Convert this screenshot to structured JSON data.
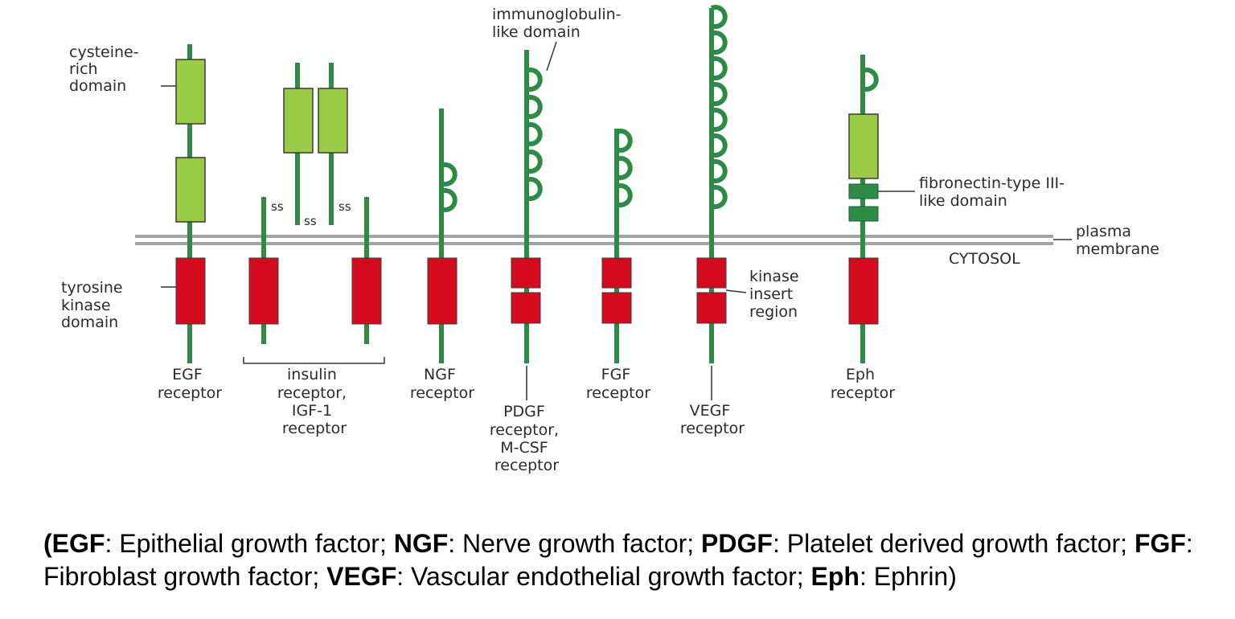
{
  "diagram": {
    "labels": {
      "cysteine_rich": [
        "cysteine-",
        "rich",
        "domain"
      ],
      "tyrosine_kinase": [
        "tyrosine",
        "kinase",
        "domain"
      ],
      "immunoglobulin": [
        "immunoglobulin-",
        "like domain"
      ],
      "fibronectin": [
        "fibronectin-type III-",
        "like domain"
      ],
      "plasma_membrane": [
        "plasma",
        "membrane"
      ],
      "cytosol": "CYTOSOL",
      "kinase_insert": [
        "kinase",
        "insert",
        "region"
      ],
      "ss": "ss"
    },
    "receptors": [
      {
        "id": "egf",
        "label": [
          "EGF",
          "receptor"
        ]
      },
      {
        "id": "insulin",
        "label": [
          "insulin",
          "receptor,",
          "IGF-1",
          "receptor"
        ]
      },
      {
        "id": "ngf",
        "label": [
          "NGF",
          "receptor"
        ]
      },
      {
        "id": "pdgf",
        "label": [
          "PDGF",
          "receptor,",
          "M-CSF",
          "receptor"
        ]
      },
      {
        "id": "fgf",
        "label": [
          "FGF",
          "receptor"
        ]
      },
      {
        "id": "vegf",
        "label": [
          "VEGF",
          "receptor"
        ]
      },
      {
        "id": "eph",
        "label": [
          "Eph",
          "receptor"
        ]
      }
    ],
    "colors": {
      "stem": "#2e8b45",
      "cysteine_rich_domain": "#99cc44",
      "tyrosine_kinase_domain": "#d40b1c",
      "membrane": "#a3a3a3"
    }
  },
  "legend": {
    "open": "(",
    "items": [
      {
        "abbr": "EGF",
        "text": ": Epithelial growth factor; "
      },
      {
        "abbr": "NGF",
        "text": ": Nerve growth factor; "
      },
      {
        "abbr": "PDGF",
        "text": ": Platelet  derived growth factor; "
      },
      {
        "abbr": "FGF",
        "text": ": Fibroblast growth factor; "
      },
      {
        "abbr": "VEGF",
        "text": ": Vascular  endothelial growth factor; "
      },
      {
        "abbr": "Eph",
        "text": ": Ephrin)"
      }
    ]
  }
}
